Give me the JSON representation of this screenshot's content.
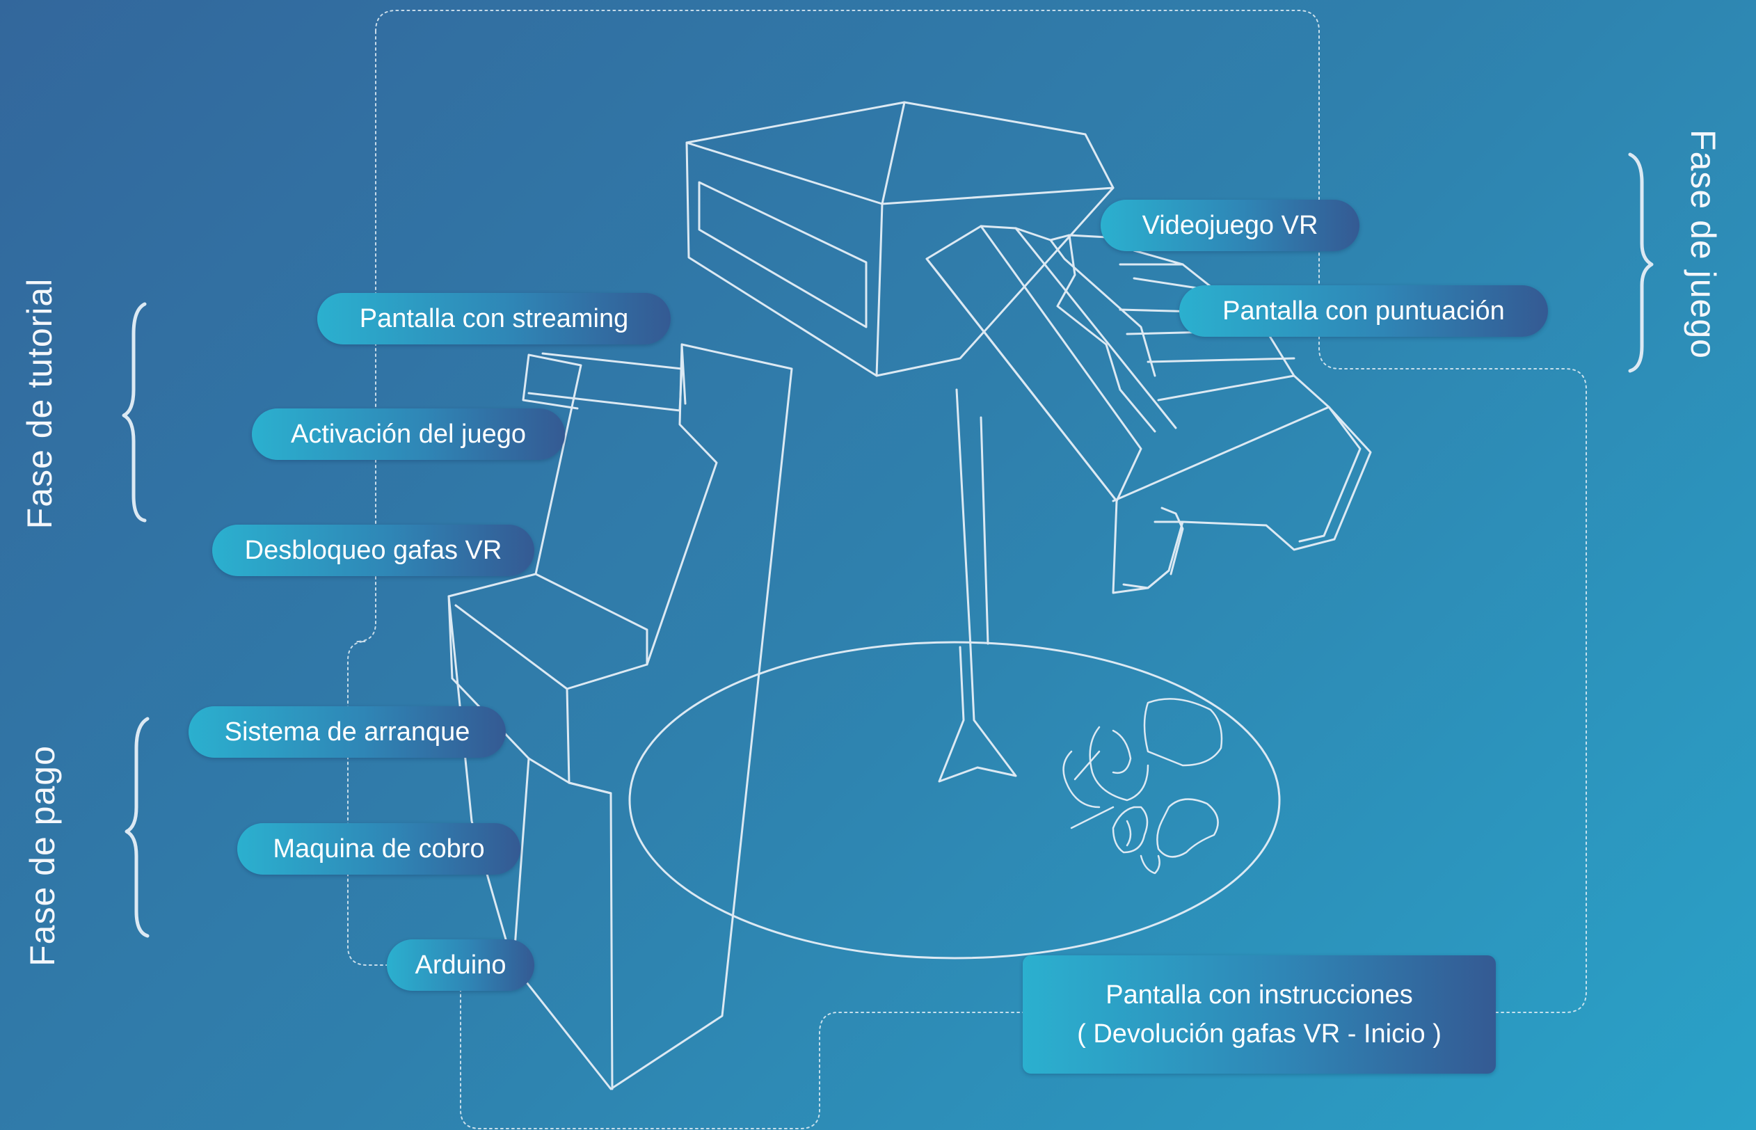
{
  "labels": {
    "streaming": "Pantalla con streaming",
    "activation": "Activación del juego",
    "unlock": "Desbloqueo gafas VR",
    "startup": "Sistema de arranque",
    "payment_machine": "Maquina de cobro",
    "arduino": "Arduino",
    "vr_game": "Videojuego VR",
    "score_screen": "Pantalla con puntuación",
    "instructions_line1": "Pantalla con instrucciones",
    "instructions_line2": "( Devolución gafas VR - Inicio )"
  },
  "phases": {
    "tutorial": "Fase de tutorial",
    "payment": "Fase de pago",
    "game": "Fase de juego"
  },
  "colors": {
    "background_start": "#33679c",
    "background_end": "#2aa2c8",
    "label_start": "#2bb0cf",
    "label_end": "#345a93",
    "line": "#dce9f3"
  }
}
